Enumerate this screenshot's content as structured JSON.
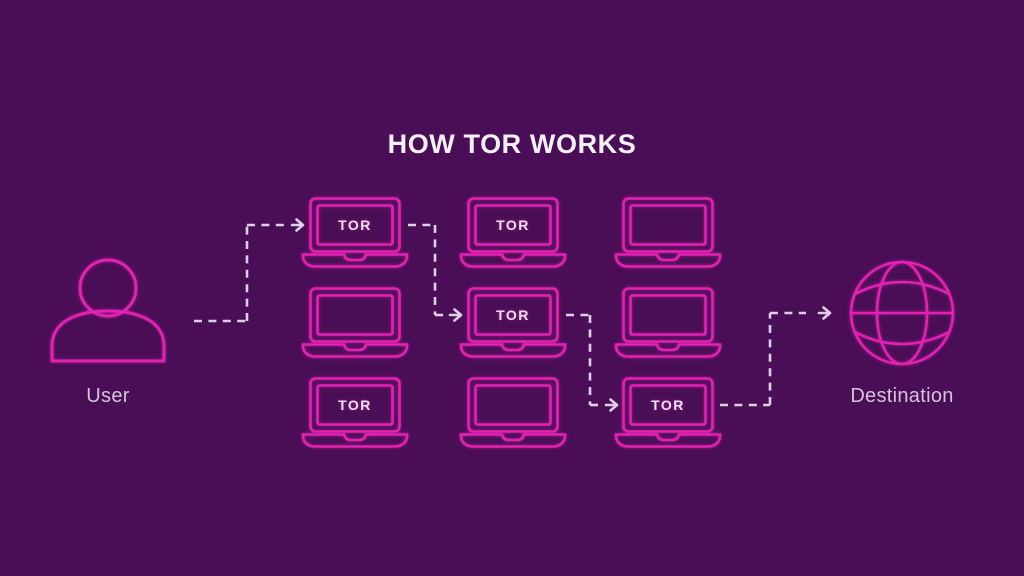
{
  "title": "HOW TOR WORKS",
  "user": {
    "label": "User"
  },
  "destination": {
    "label": "Destination"
  },
  "relays": [
    {
      "position": "row1-col1",
      "label": "TOR"
    },
    {
      "position": "row1-col2",
      "label": "TOR"
    },
    {
      "position": "row1-col3",
      "label": ""
    },
    {
      "position": "row2-col1",
      "label": ""
    },
    {
      "position": "row2-col2",
      "label": "TOR"
    },
    {
      "position": "row2-col3",
      "label": ""
    },
    {
      "position": "row3-col1",
      "label": "TOR"
    },
    {
      "position": "row3-col2",
      "label": ""
    },
    {
      "position": "row3-col3",
      "label": "TOR"
    }
  ],
  "route": [
    "User",
    "row1-col1",
    "row2-col2",
    "row3-col3",
    "Destination"
  ],
  "icons": {
    "user": "person-outline-icon",
    "relay": "laptop-icon",
    "destination": "globe-icon",
    "connector": "dashed-arrow"
  },
  "colors": {
    "background": "#4a0e56",
    "outline_magenta": "#e321b1",
    "dash_lavender": "#dccfe6",
    "title_text": "#f6f1f9",
    "label_text": "#d5c3de",
    "relay_text": "#ece3f3"
  }
}
